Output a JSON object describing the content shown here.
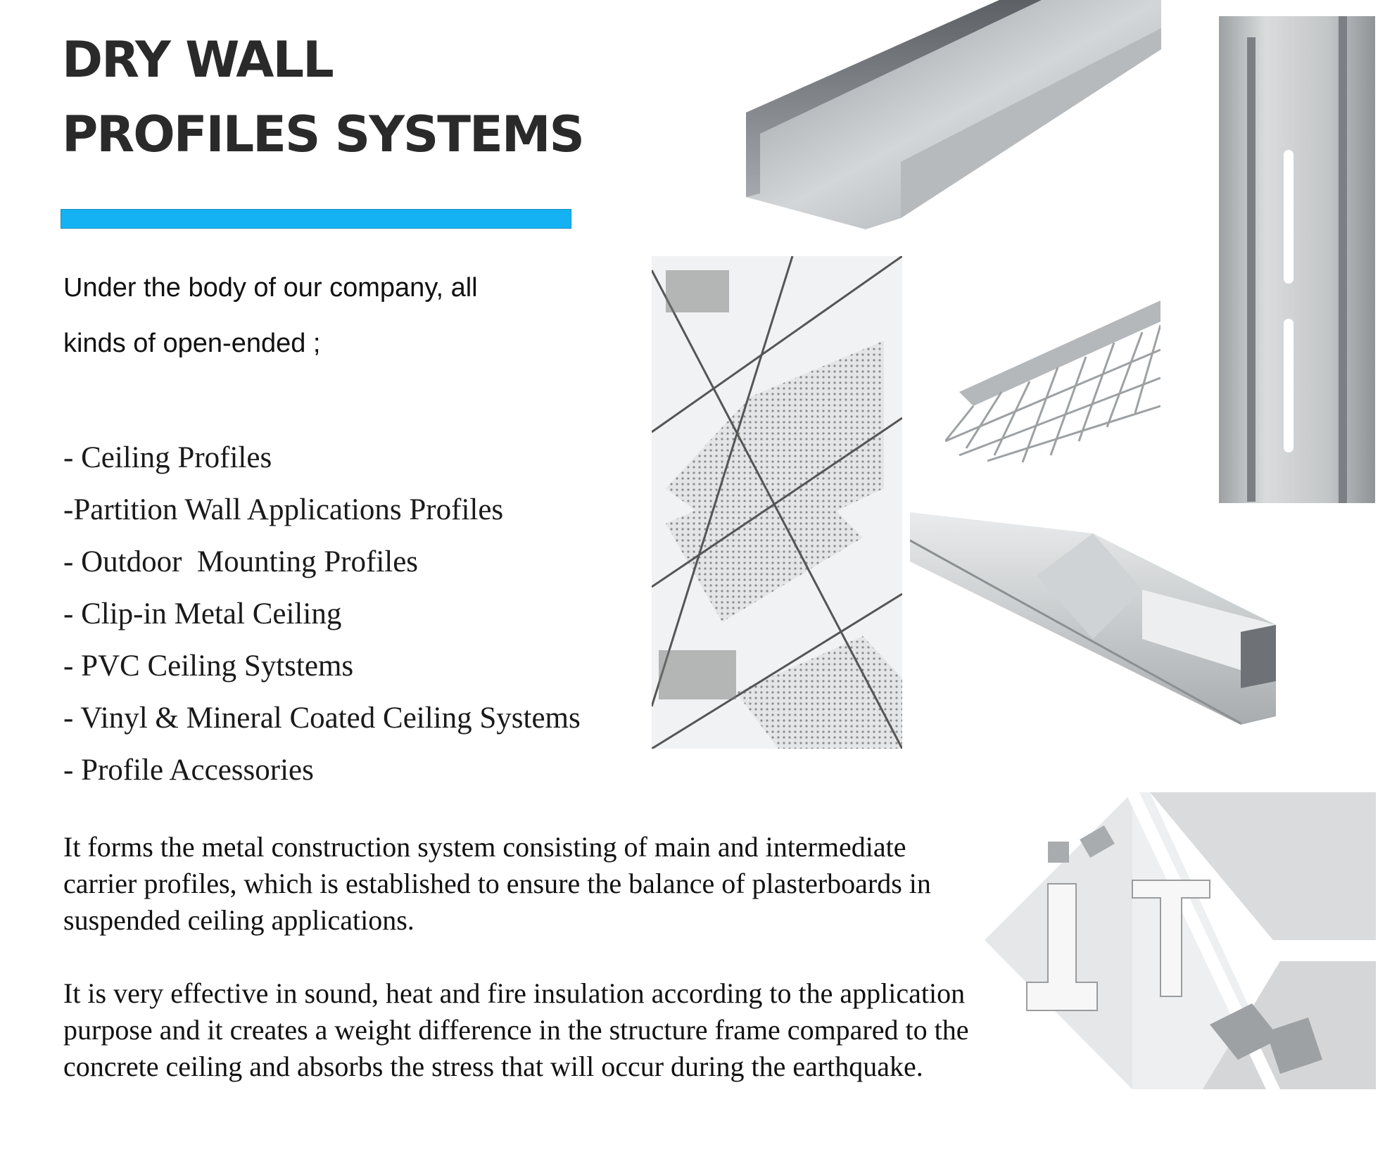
{
  "header": {
    "title_line1": "DRY WALL",
    "title_line2": "PROFILES SYSTEMS",
    "accent_color": "#14b2f2"
  },
  "intro": {
    "line1": "Under the body of our company, all",
    "line2": "kinds of open-ended ;"
  },
  "products": [
    "- Ceiling Profiles",
    "-Partition Wall Applications Profiles",
    "- Outdoor  Mounting Profiles",
    "- Clip-in Metal Ceiling",
    "- PVC Ceiling Sytstems",
    "- Vinyl & Mineral Coated Ceiling Systems",
    "- Profile Accessories"
  ],
  "paragraphs": [
    "It forms the metal construction system consisting of main and intermediate carrier profiles, which is established to ensure the balance of plasterboards in suspended ceiling applications.",
    "It is very effective in sound, heat and fire insulation according to the application purpose and it creates a weight difference in the structure frame compared to the concrete ceiling and absorbs the stress that will occur during the earthquake."
  ]
}
